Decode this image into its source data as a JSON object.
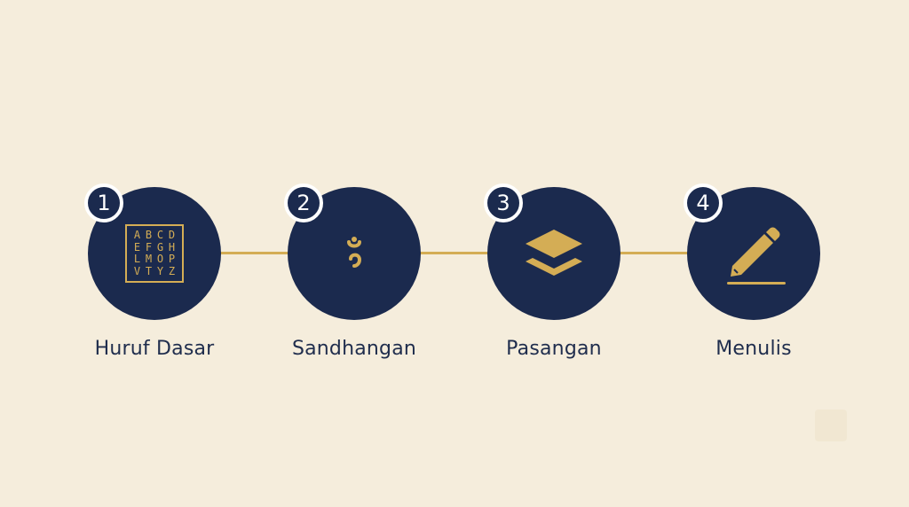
{
  "steps": [
    {
      "number": "1",
      "label": "Huruf Dasar",
      "icon": "alphabet-grid-icon",
      "letters": [
        "A",
        "B",
        "C",
        "D",
        "E",
        "F",
        "G",
        "H",
        "L",
        "M",
        "O",
        "P",
        "V",
        "T",
        "Y",
        "Z"
      ]
    },
    {
      "number": "2",
      "label": "Sandhangan",
      "icon": "diacritic-mark-icon"
    },
    {
      "number": "3",
      "label": "Pasangan",
      "icon": "layers-icon"
    },
    {
      "number": "4",
      "label": "Menulis",
      "icon": "pencil-icon"
    }
  ],
  "colors": {
    "background": "#f5eddc",
    "circle": "#1b2a4e",
    "accent": "#d4ad55",
    "badge_border": "#ffffff",
    "label_text": "#1f2d4d"
  }
}
